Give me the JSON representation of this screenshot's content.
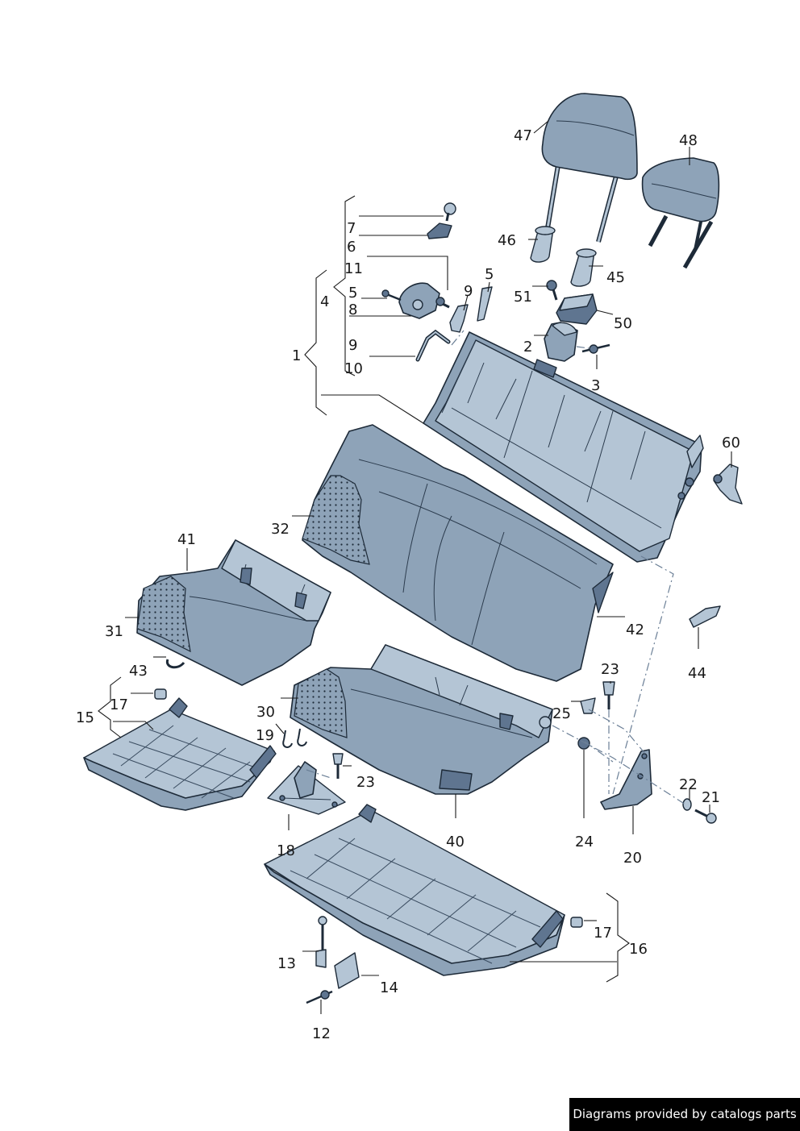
{
  "labels": {
    "l47": "47",
    "l48": "48",
    "l7": "7",
    "l6": "6",
    "l46": "46",
    "l11": "11",
    "l5a": "5",
    "l5b": "5",
    "l4": "4",
    "l9a": "9",
    "l8": "8",
    "l51": "51",
    "l45": "45",
    "l50": "50",
    "l1": "1",
    "l9b": "9",
    "l2": "2",
    "l10": "10",
    "l3": "3",
    "l60": "60",
    "l32": "32",
    "l41": "41",
    "l31": "31",
    "l42": "42",
    "l43": "43",
    "l44": "44",
    "l23a": "23",
    "l17a": "17",
    "l30": "30",
    "l25": "25",
    "l15": "15",
    "l19": "19",
    "l23b": "23",
    "l22": "22",
    "l21": "21",
    "l18": "18",
    "l40": "40",
    "l24": "24",
    "l20": "20",
    "l17b": "17",
    "l16": "16",
    "l13": "13",
    "l14": "14",
    "l12": "12"
  },
  "footer": {
    "credit": "Diagrams provided by catalogs parts"
  },
  "colors": {
    "part_fill": "#8ea3b8",
    "part_light": "#b4c5d5",
    "outline": "#1d2a38",
    "footer_bg": "#000000"
  }
}
